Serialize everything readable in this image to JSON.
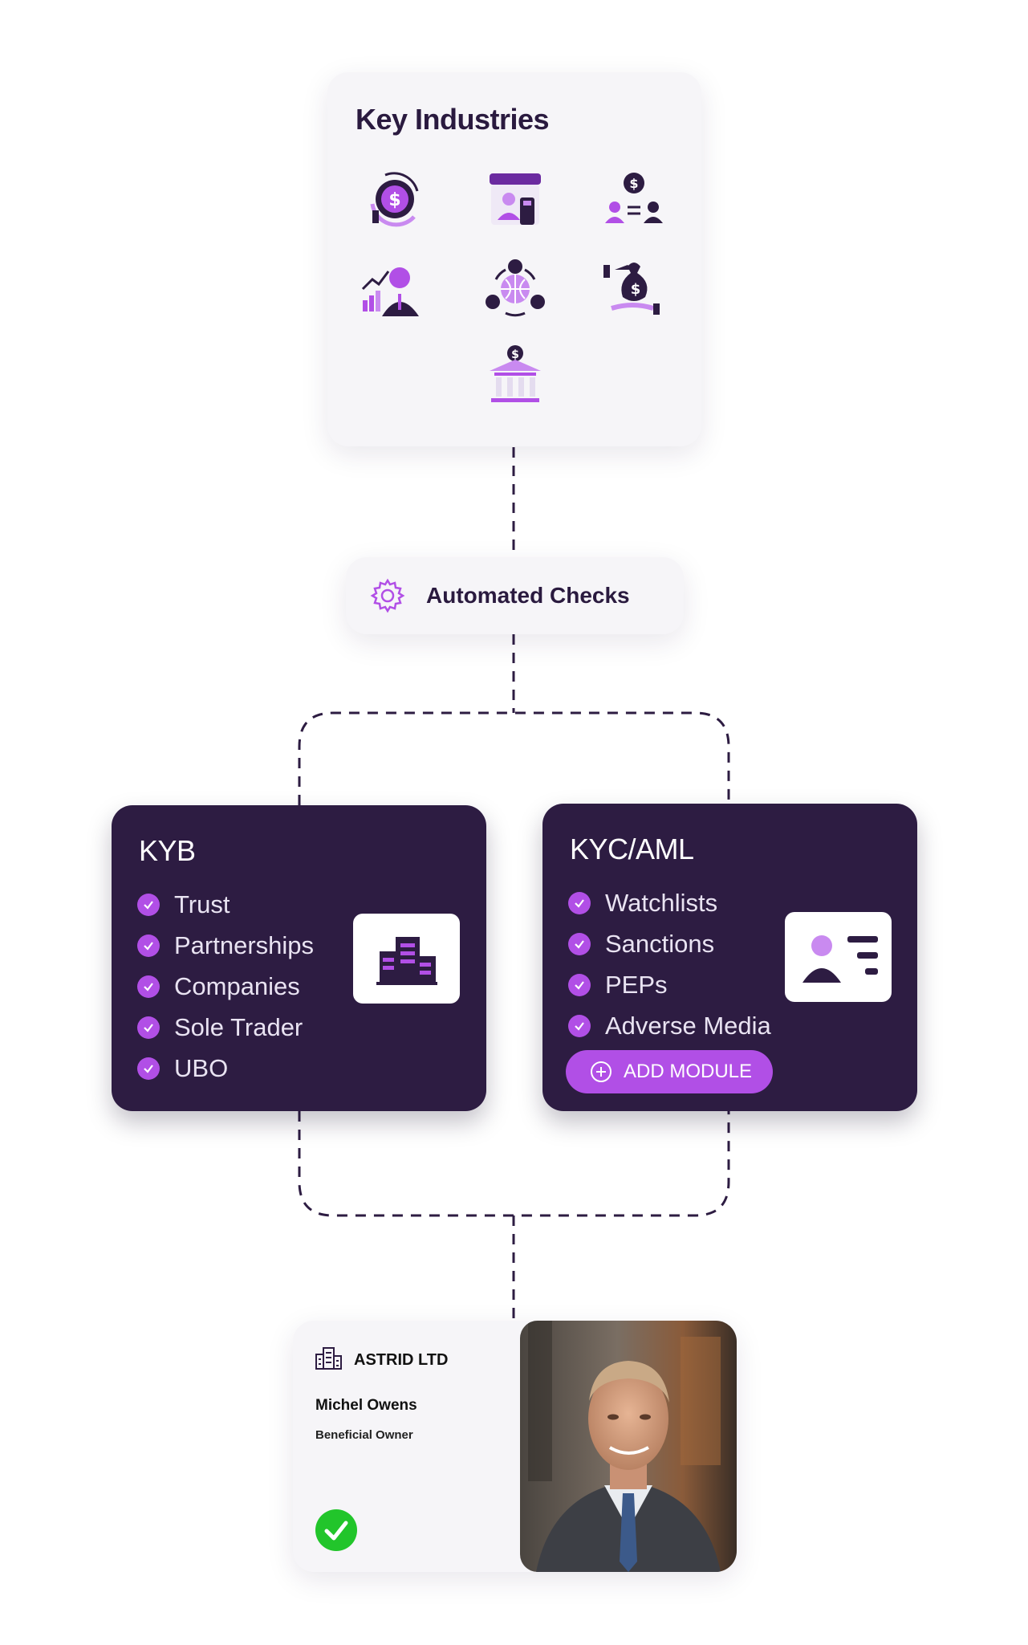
{
  "key_industries": {
    "title": "Key Industries",
    "icons": [
      "currency-exchange-icon",
      "merchant-store-icon",
      "peer-transfer-icon",
      "investment-analyst-icon",
      "global-currency-icon",
      "money-bag-icon",
      "bank-icon"
    ]
  },
  "automated_checks": {
    "label": "Automated Checks",
    "icon": "gear-icon"
  },
  "kyb": {
    "title": "KYB",
    "items": [
      "Trust",
      "Partnerships",
      "Companies",
      "Sole Trader",
      "UBO"
    ],
    "icon": "building-icon"
  },
  "kyc": {
    "title": "KYC/AML",
    "items": [
      "Watchlists",
      "Sanctions",
      "PEPs",
      "Adverse Media"
    ],
    "icon": "id-card-icon",
    "button_label": "ADD MODULE"
  },
  "result": {
    "company": "ASTRID LTD",
    "person": "Michel Owens",
    "role": "Beneficial Owner",
    "status_icon": "check-circle-icon",
    "photo": "portrait-photo"
  },
  "colors": {
    "dark": "#2d1c42",
    "accent": "#b14fe6",
    "success": "#22c52b",
    "light": "#f6f5f8"
  }
}
